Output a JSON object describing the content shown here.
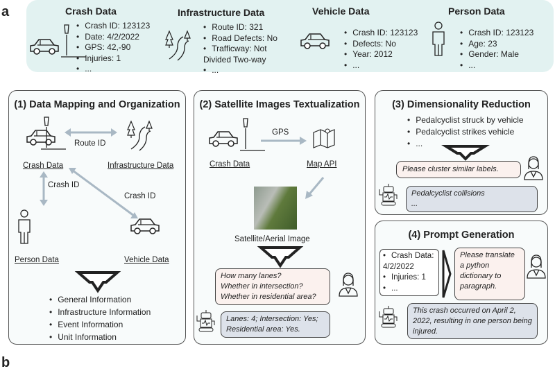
{
  "panel_labels": {
    "a": "a",
    "b": "b"
  },
  "top": {
    "crash": {
      "title": "Crash Data",
      "items": [
        "Crash ID: 123123",
        "Date: 4/2/2022",
        "GPS: 42,-90",
        "Injuries: 1",
        "..."
      ]
    },
    "infra": {
      "title": "Infrastructure Data",
      "items": [
        "Route ID: 321",
        "Road Defects: No",
        "Trafficway: Not Divided Two-way",
        "..."
      ]
    },
    "vehicle": {
      "title": "Vehicle Data",
      "items": [
        "Crash ID: 123123",
        "Defects: No",
        "Year: 2012",
        "..."
      ]
    },
    "person": {
      "title": "Person Data",
      "items": [
        "Crash ID: 123123",
        "Age: 23",
        "Gender: Male",
        "..."
      ]
    }
  },
  "p1": {
    "title": "(1) Data Mapping and Organization",
    "crash": "Crash Data",
    "infra": "Infrastructure Data",
    "person": "Person Data",
    "vehicle": "Vehicle Data",
    "route": "Route ID",
    "cid1": "Crash ID",
    "cid2": "Crash ID",
    "items": [
      "General Information",
      "Infrastructure Information",
      "Event Information",
      "Unit Information"
    ]
  },
  "p2": {
    "title": "(2) Satellite Images Textualization",
    "crash": "Crash Data",
    "gps": "GPS",
    "map": "Map API",
    "image": "Satellite/Aerial Image",
    "question": [
      "How many lanes?",
      "Whether in intersection?",
      "Whether in residential area?"
    ],
    "answer": [
      "Lanes: 4; Intersection: Yes;",
      "Residential area: Yes."
    ]
  },
  "p3": {
    "title": "(3) Dimensionality Reduction",
    "items": [
      "Pedalcyclist struck by vehicle",
      "Pedalcyclist strikes vehicle",
      "..."
    ],
    "prompt": "Please cluster similar labels.",
    "answer": [
      "Pedalcyclist collisions",
      "..."
    ]
  },
  "p4": {
    "title": "(4) Prompt Generation",
    "items": [
      "Crash Data: 4/2/2022",
      "Injuries: 1",
      "..."
    ],
    "prompt": "Please translate a python dictionary to paragraph.",
    "answer": "This crash occurred on April 2, 2022, resulting in one person being injured."
  },
  "colors": {
    "top_bg": "#e2f2f1",
    "arrow": "#a9b8c4",
    "human_bubble": "#fbf1ee",
    "robot_bubble": "#dde2ea"
  }
}
